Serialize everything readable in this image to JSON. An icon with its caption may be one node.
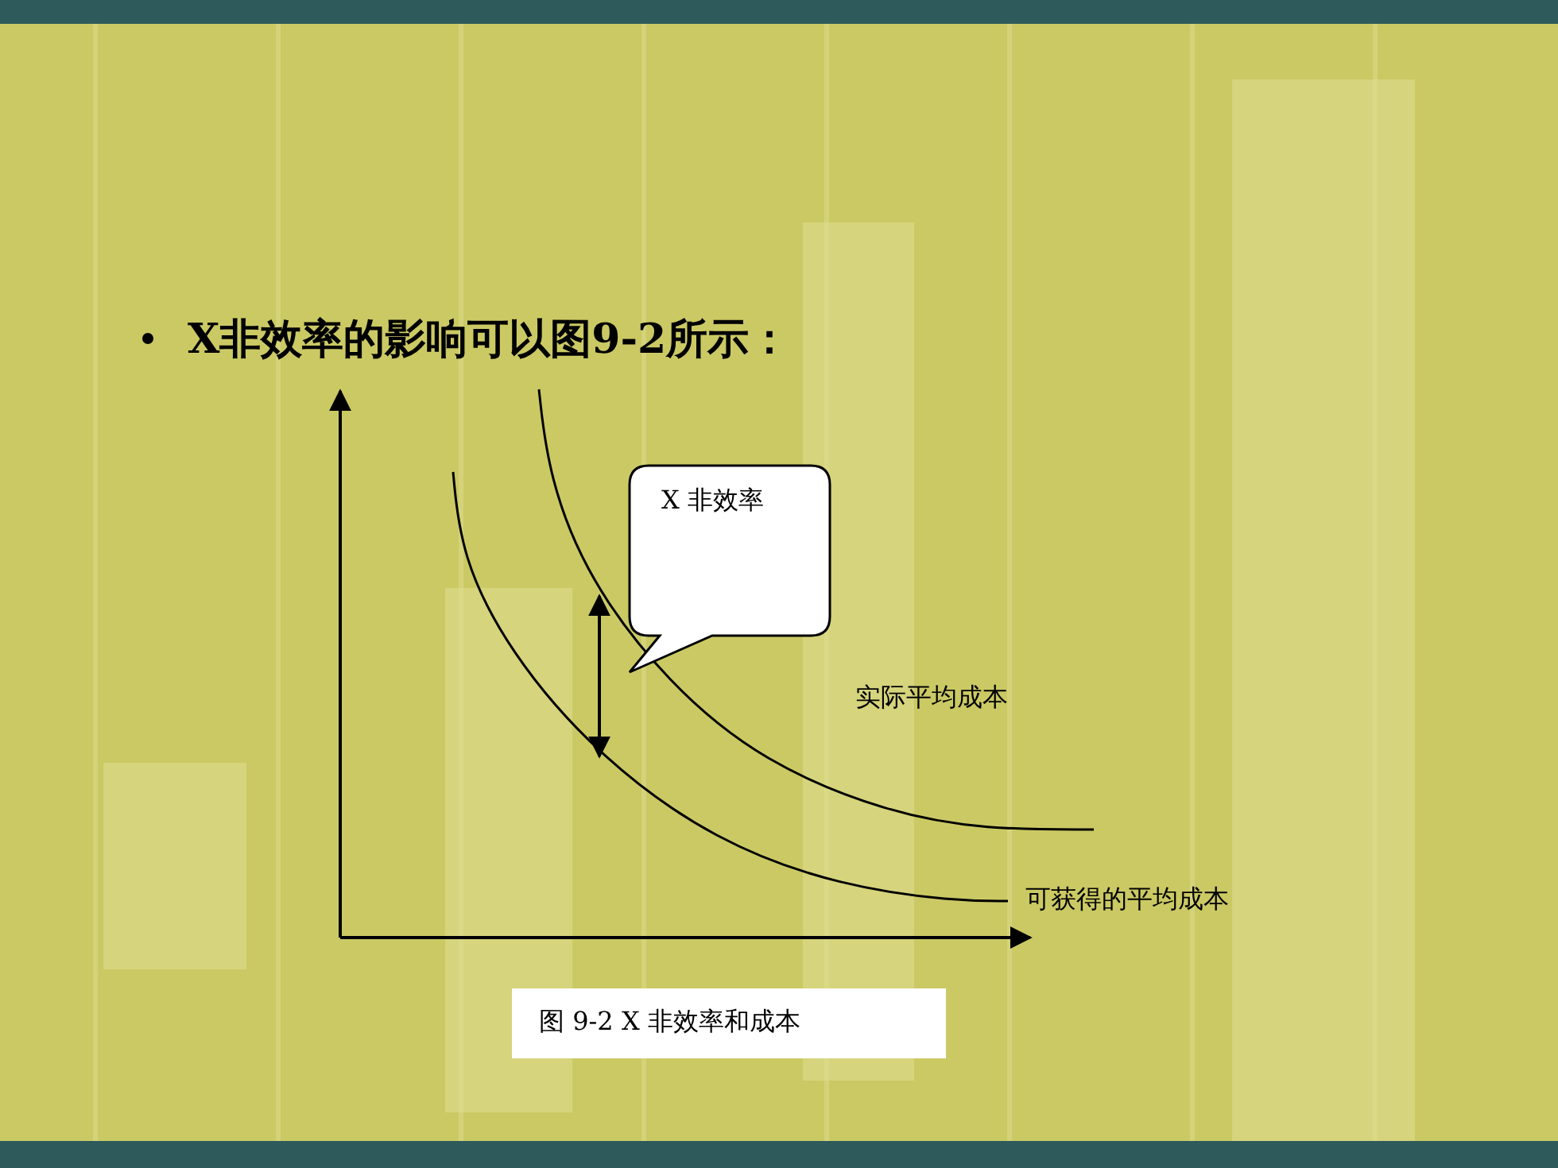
{
  "diagram": {
    "caption": "图 9-2 X 非效率和成本",
    "nodes": [
      {
        "text": [
          "X 非效率"
        ]
      }
    ],
    "labels": [
      "X非效率的影响可以图9-2所示：",
      "实际平均成本",
      "可获得的平均成本"
    ]
  }
}
